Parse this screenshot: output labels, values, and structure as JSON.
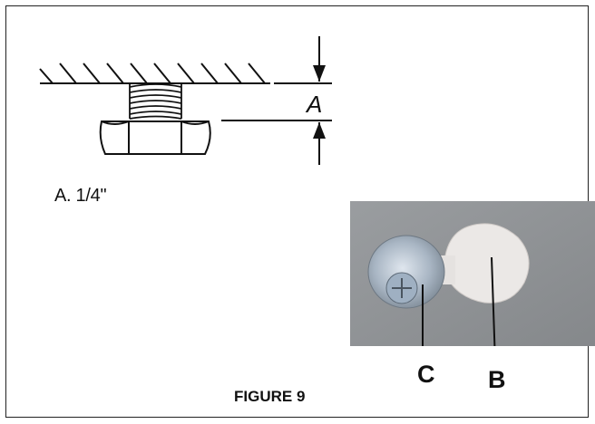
{
  "diagram": {
    "dimension_letter": "A",
    "legend_text": "A. 1/4\"",
    "callout_c": "C",
    "callout_b": "B",
    "caption": "FIGURE 9"
  },
  "colors": {
    "line": "#111111",
    "photo_background": "#8f9295",
    "tab": "#e9e6e4"
  }
}
